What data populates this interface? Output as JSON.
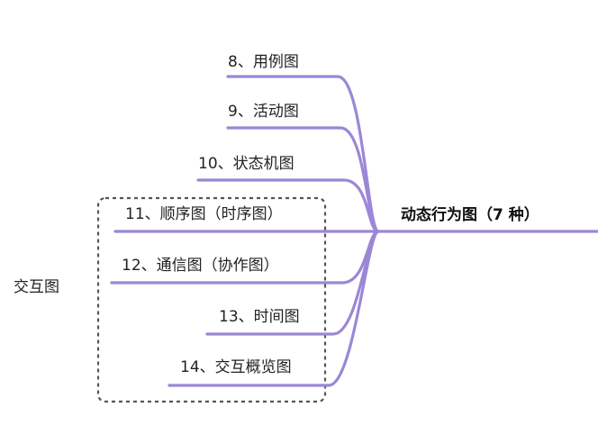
{
  "root": {
    "label": "动态行为图（7 种）"
  },
  "group": {
    "label": "交互图"
  },
  "branches": [
    {
      "label": "8、用例图"
    },
    {
      "label": "9、活动图"
    },
    {
      "label": "10、状态机图"
    },
    {
      "label": "11、顺序图（时序图）"
    },
    {
      "label": "12、通信图（协作图）"
    },
    {
      "label": "13、时间图"
    },
    {
      "label": "14、交互概览图"
    }
  ],
  "colors": {
    "branch_line": "#9b87d6",
    "group_border": "#555555"
  }
}
